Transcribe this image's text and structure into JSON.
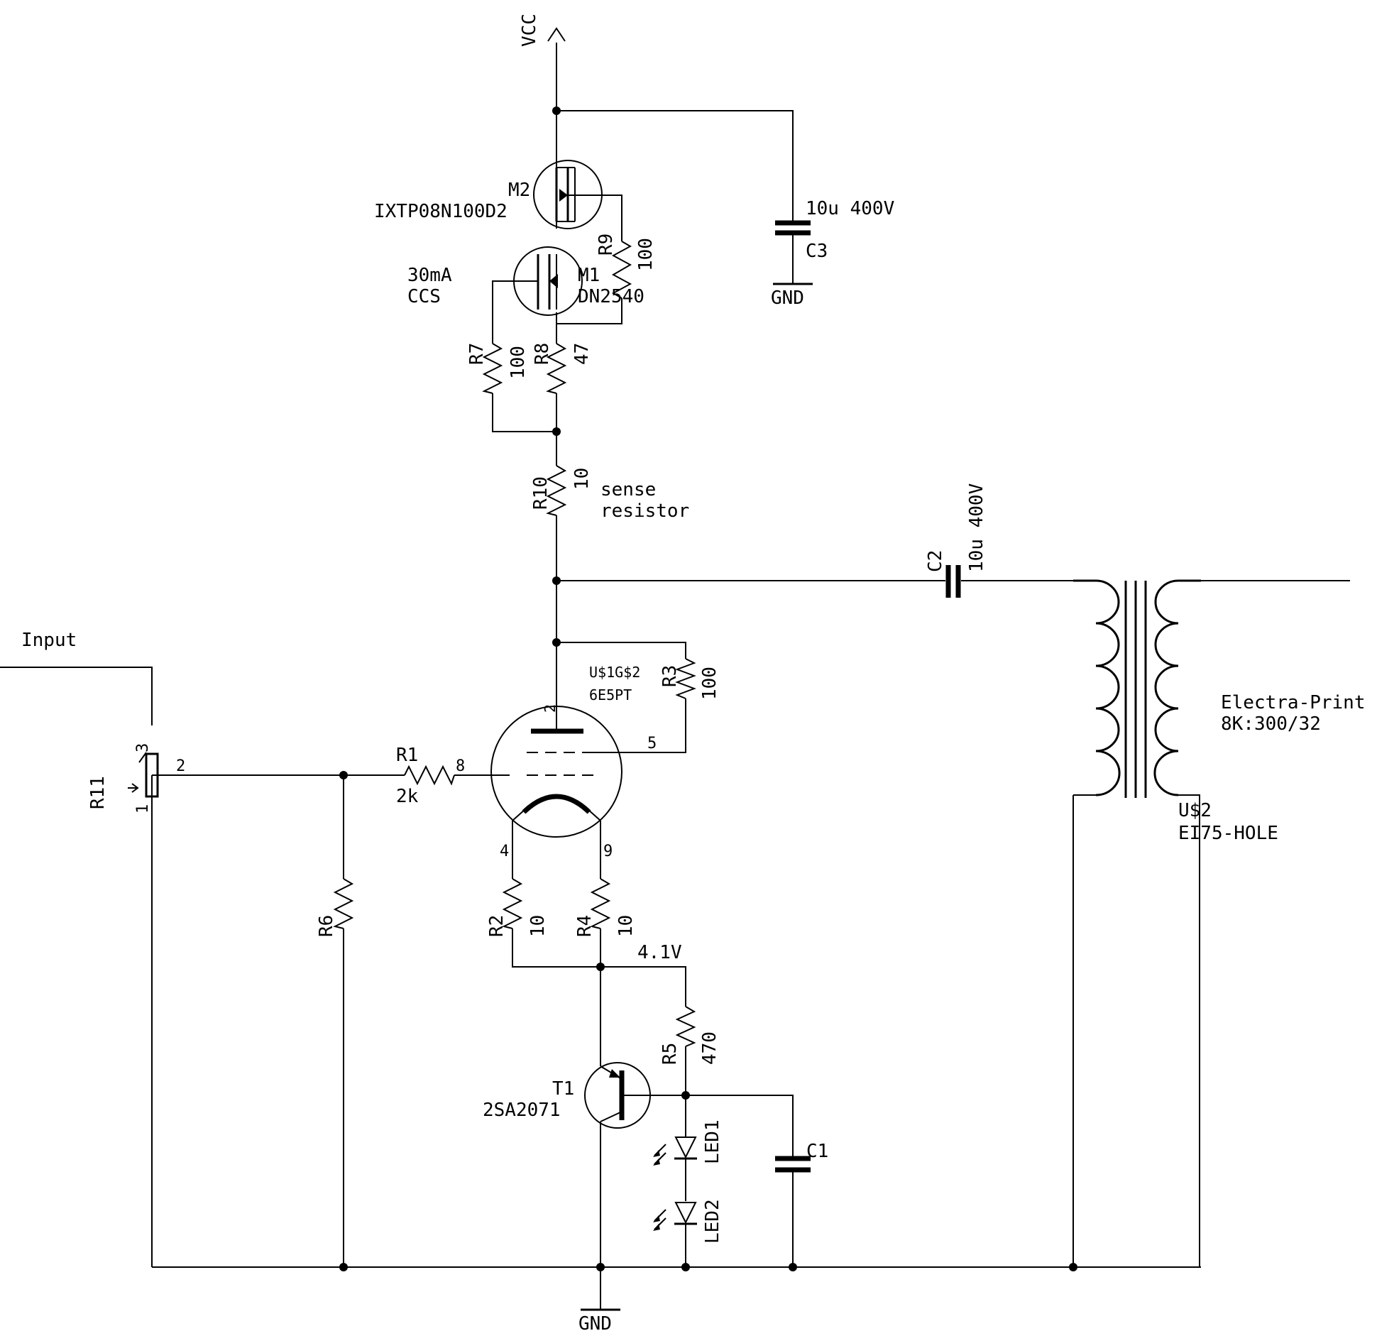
{
  "schematic": {
    "nets": {
      "vcc": "VCC",
      "gnd_top": "GND",
      "gnd_bottom": "GND",
      "input": "Input",
      "voltage_4_1": "4.1V"
    },
    "notes": {
      "ccs_line1": "30mA",
      "ccs_line2": "CCS",
      "sense_line1": "sense",
      "sense_line2": "resistor"
    },
    "components": {
      "m2": {
        "name": "M2",
        "value": "IXTP08N100D2"
      },
      "m1": {
        "name": "M1",
        "value": "DN2540"
      },
      "c3": {
        "name": "C3",
        "value": "10u 400V"
      },
      "c2": {
        "name": "C2",
        "value": "10u 400V"
      },
      "c1": {
        "name": "C1"
      },
      "r9": {
        "name": "R9",
        "value": "100"
      },
      "r7": {
        "name": "R7",
        "value": "100"
      },
      "r8": {
        "name": "R8",
        "value": "47"
      },
      "r10": {
        "name": "R10",
        "value": "10"
      },
      "r3": {
        "name": "R3",
        "value": "100"
      },
      "r1": {
        "name": "R1",
        "value": "2k"
      },
      "r6": {
        "name": "R6"
      },
      "r2": {
        "name": "R2",
        "value": "10"
      },
      "r4": {
        "name": "R4",
        "value": "10"
      },
      "r5": {
        "name": "R5",
        "value": "470"
      },
      "r11": {
        "name": "R11",
        "pin1": "1",
        "pin2": "2",
        "pin3": "3"
      },
      "tube": {
        "name": "U$1G$2",
        "value": "6E5PT",
        "pin_anode": "2",
        "pin_screen": "5",
        "pin_grid": "8",
        "pin_k1": "4",
        "pin_k2": "9"
      },
      "t1": {
        "name": "T1",
        "value": "2SA2071"
      },
      "led1": {
        "name": "LED1"
      },
      "led2": {
        "name": "LED2"
      },
      "transformer": {
        "name": "U$2",
        "value": "EI75-HOLE",
        "label_line1": "Electra-Print",
        "label_line2": "8K:300/32"
      }
    }
  }
}
